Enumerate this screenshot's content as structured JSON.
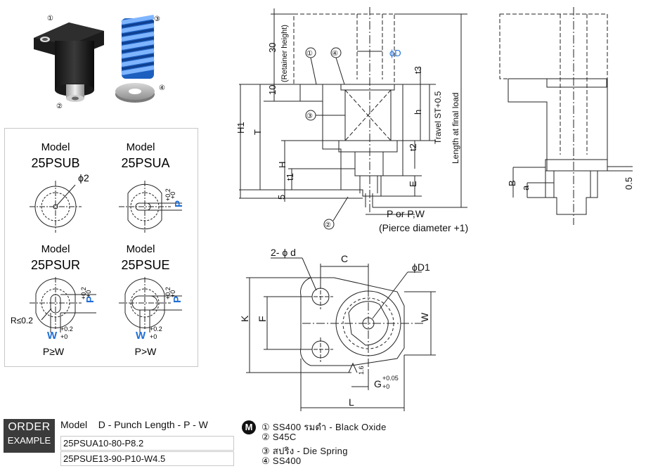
{
  "parts_photo": {
    "markers": [
      "①",
      "②",
      "③",
      "④"
    ]
  },
  "models": [
    {
      "label": "Model",
      "name": "25PSUB",
      "dim": "ϕ2"
    },
    {
      "label": "Model",
      "name": "25PSUA",
      "dim_p": "P",
      "tol_upper": "+0.2",
      "tol_lower": "+0"
    },
    {
      "label": "Model",
      "name": "25PSUR",
      "dim_p": "P",
      "dim_w": "W",
      "tol_upper": "+0.2",
      "tol_lower": "+0",
      "radius": "R≤0.2",
      "condition": "P≥W"
    },
    {
      "label": "Model",
      "name": "25PSUE",
      "dim_p": "P",
      "dim_w": "W",
      "tol_upper": "+0.2",
      "tol_lower": "+0",
      "condition": "P>W"
    }
  ],
  "drawing": {
    "retainer_height": "(Retainer height)",
    "dim_30": "30",
    "dim_10": "10",
    "dim_H1": "H1",
    "dim_T": "T",
    "dim_H": "H",
    "dim_t1": "t1",
    "dim_5": "5",
    "dim_t3": "t3",
    "dim_h": "h",
    "dim_t2": "t2",
    "dim_E": "E",
    "dim_D": "ϕD",
    "travel": "Travel ST+0.5",
    "length_final": "Length at final load",
    "p_or_pw": "P or P,W",
    "pierce": "(Pierce diameter +1)",
    "dim_B": "B",
    "dim_a": "a",
    "dim_05": "0.5",
    "callouts": [
      "①",
      "④",
      "③",
      "②"
    ]
  },
  "plan_view": {
    "hole_label": "2- ϕ d",
    "dim_C": "C",
    "dim_D1": "ϕD1",
    "dim_K": "K",
    "dim_F": "F",
    "dim_W": "W",
    "roughness": "1.6",
    "dim_G": "G",
    "g_upper": "+0.05",
    "g_lower": "+0",
    "dim_L": "L"
  },
  "order": {
    "badge_line1": "ORDER",
    "badge_line2": "EXAMPLE",
    "header": "Model    D - Punch Length - P - W",
    "rows": [
      "25PSUA10-80-P8.2",
      "25PSUE13-90-P10-W4.5"
    ]
  },
  "materials": {
    "icon": "M",
    "items": [
      "① SS400 รมดำ - Black Oxide",
      "② S45C",
      "③ สปริง - Die Spring",
      "④ SS400"
    ]
  },
  "colors": {
    "accent_blue": "#1f6fd6",
    "spring_blue": "#2f7ee6",
    "badge_bg": "#3b3b3b",
    "line": "#222222"
  }
}
